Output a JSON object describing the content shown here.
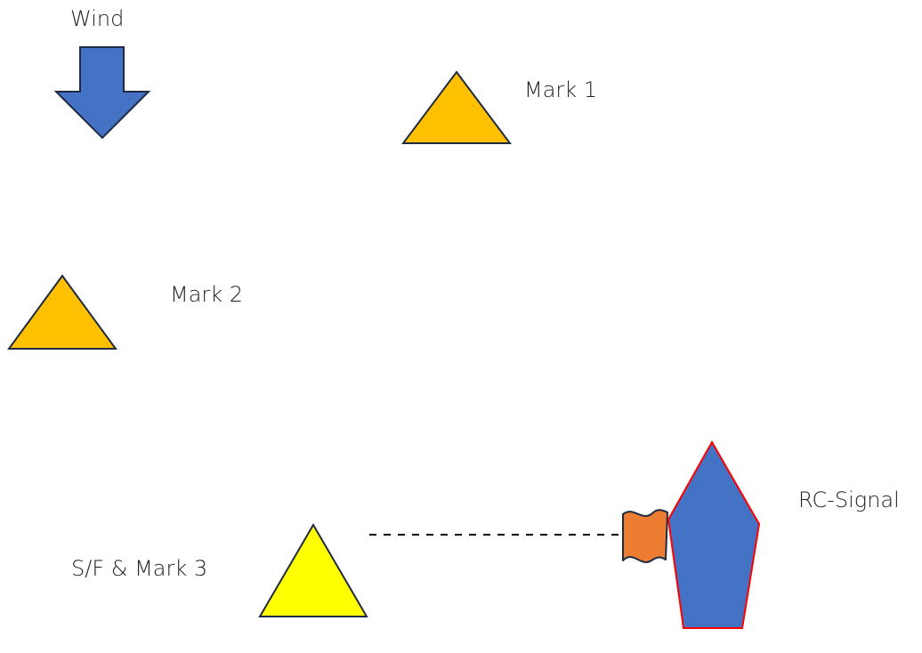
{
  "labels": {
    "wind": "Wind",
    "mark1": "Mark 1",
    "mark2": "Mark 2",
    "start_finish": "S/F & Mark 3",
    "rc_signal": "RC-Signal"
  },
  "colors": {
    "wind_arrow": "#4472C4",
    "mark": "#FFC000",
    "start_finish_mark": "#FFFF00",
    "flag": "#ED7D31",
    "committee_boat": "#4472C4",
    "committee_boat_outline": "#FF0000",
    "outline": "#1F2A44"
  }
}
